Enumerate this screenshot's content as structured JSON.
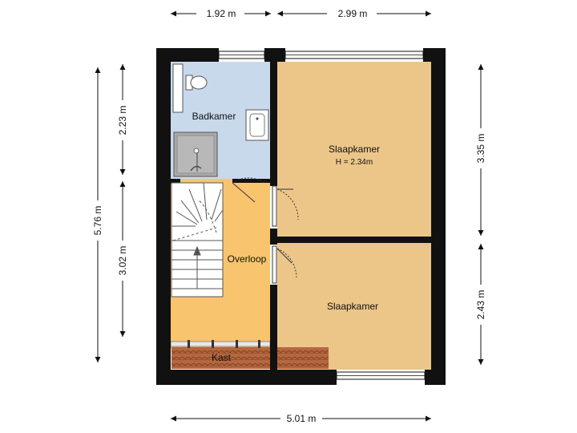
{
  "rooms": {
    "bathroom": {
      "name": "Badkamer"
    },
    "bedroom_large": {
      "name": "Slaapkamer",
      "height": "H = 2.34m"
    },
    "landing": {
      "name": "Overloop"
    },
    "bedroom_small": {
      "name": "Slaapkamer"
    },
    "closet": {
      "name": "Kast"
    }
  },
  "dimensions": {
    "top_left": "1.92 m",
    "top_right": "2.99 m",
    "bottom": "5.01 m",
    "left_overall": "5.76 m",
    "left_upper": "2.23 m",
    "left_lower": "3.02 m",
    "right_upper": "3.35 m",
    "right_lower": "2.43 m"
  },
  "colors": {
    "bathroom_floor": "#c9d9ec",
    "bedroom_floor": "#ecc689",
    "landing_floor": "#f9c46e",
    "roof_tiles": "#b5673f",
    "walls": "#111111"
  }
}
